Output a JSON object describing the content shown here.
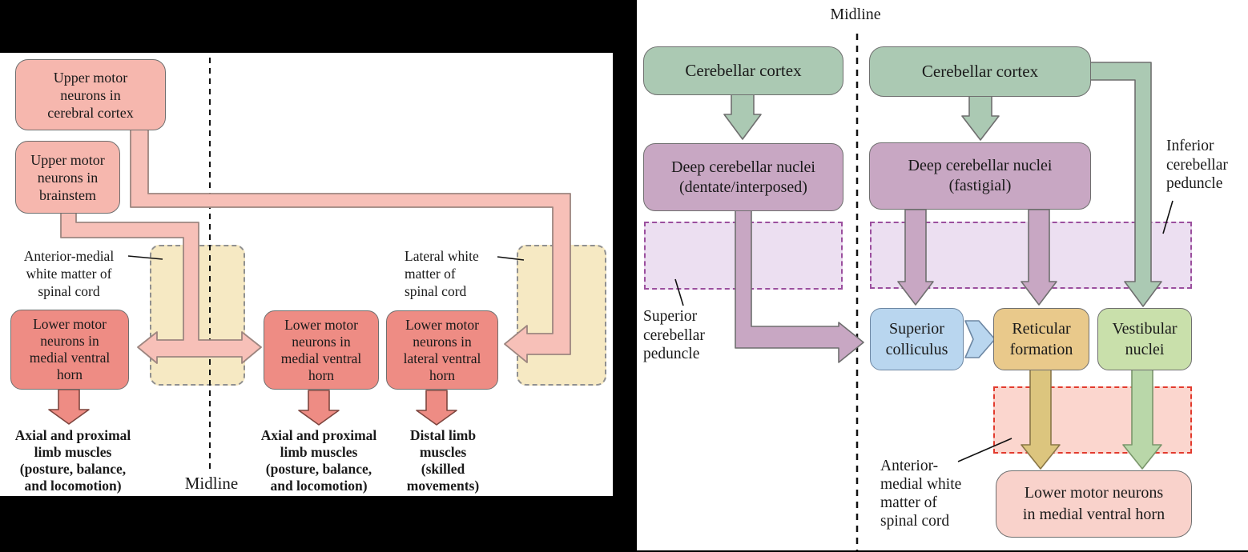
{
  "colors": {
    "text": "#1a1a1a",
    "canvas-bg": "#000000",
    "panel-bg": "#ffffff",
    "box-stroke": "#6f6f6f",
    "pink-box": "#f6b7ae",
    "pink-ribbon": "#f7c0b8",
    "pink-ribbon-stroke": "#9d8680",
    "red-box": "#ee8c84",
    "red-arrow-stroke": "#7e463f",
    "tan-fill": "#f6e9c3",
    "tan-stroke": "#909090",
    "midline-stroke": "#111111",
    "green-box": "#abc9b3",
    "green-stroke": "#6f6f6f",
    "mauve-box": "#c8a7c3",
    "lav-fill": "#ecdff1",
    "lav-stroke": "#9b4f9e",
    "blue-box": "#b9d6ef",
    "blue-stroke": "#6d87a3",
    "gold-box": "#e9c98b",
    "gold-arrow": "#dcc57e",
    "gold-stroke": "#8a7747",
    "ltgreen-box": "#c9e0ab",
    "ltgreen-arrow": "#b9d7a9",
    "ltgreen-stroke": "#7a966b",
    "red-dash-fill": "#fbd6ce",
    "red-dash-stroke": "#e23b2e",
    "lmn-fill": "#f9d2cb"
  },
  "left_panel": {
    "midline_label": "Midline",
    "boxes": {
      "umn_cortex": "Upper motor\nneurons in\ncerebral cortex",
      "umn_brainstem": "Upper motor\nneurons in\nbrainstem",
      "lmn_medial_left": "Lower motor\nneurons in\nmedial ventral\nhorn",
      "lmn_medial_right": "Lower motor\nneurons in\nmedial ventral\nhorn",
      "lmn_lateral": "Lower motor\nneurons in\nlateral ventral\nhorn"
    },
    "labels": {
      "anterior_medial": "Anterior-medial\nwhite matter of\nspinal cord",
      "lateral_white": "Lateral white\nmatter of\nspinal cord"
    },
    "muscles": {
      "left": "Axial and proximal\nlimb muscles\n(posture, balance,\nand locomotion)",
      "middle": "Axial and proximal\nlimb muscles\n(posture, balance,\nand locomotion)",
      "right": "Distal limb\nmuscles\n(skilled\nmovements)"
    }
  },
  "right_panel": {
    "midline_label": "Midline",
    "boxes": {
      "cortex_left": "Cerebellar cortex",
      "cortex_right": "Cerebellar cortex",
      "nuclei_left": "Deep cerebellar nuclei\n(dentate/interposed)",
      "nuclei_right": "Deep cerebellar nuclei\n(fastigial)",
      "superior_colliculus": "Superior\ncolliculus",
      "reticular_formation": "Reticular\nformation",
      "vestibular_nuclei": "Vestibular\nnuclei",
      "lmn_medial": "Lower motor neurons\nin medial ventral horn"
    },
    "labels": {
      "superior_peduncle": "Superior\ncerebellar\npeduncle",
      "inferior_peduncle": "Inferior\ncerebellar\npeduncle",
      "anterior_medial": "Anterior-\nmedial white\nmatter of\nspinal cord"
    }
  }
}
